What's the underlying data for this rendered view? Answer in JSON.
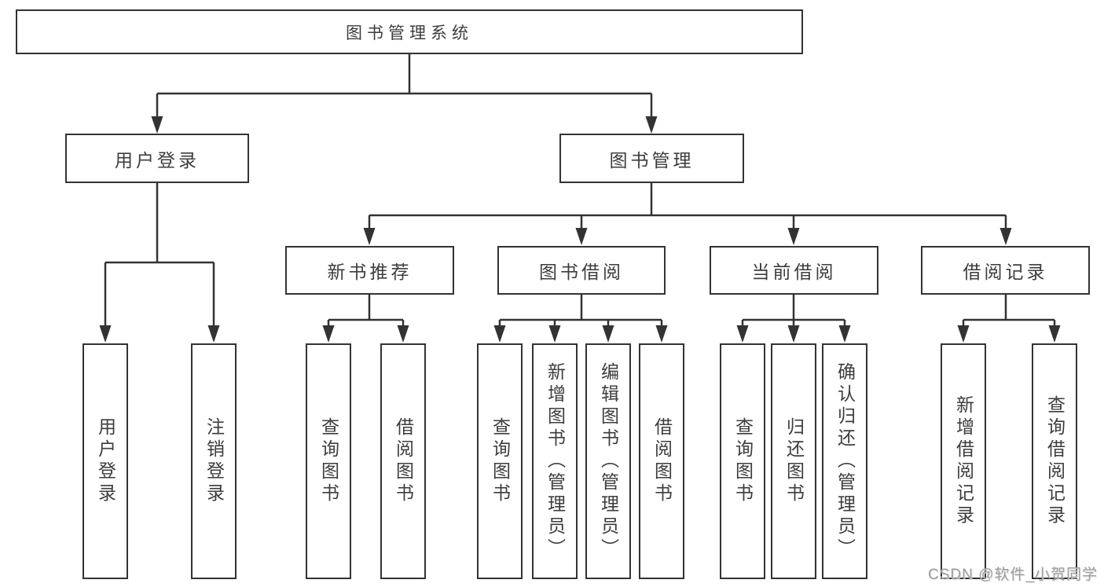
{
  "diagram_type": "hierarchy-tree",
  "colors": {
    "background": "#ffffff",
    "line": "#333333",
    "box_border": "#333333",
    "box_fill": "#ffffff",
    "text": "#3d3d3d",
    "watermark_text": "#9e9e9e"
  },
  "nodes": {
    "root": {
      "label": "图书管理系统"
    },
    "user_login": {
      "label": "用户登录"
    },
    "book_management": {
      "label": "图书管理"
    },
    "new_book_recommend": {
      "label": "新书推荐"
    },
    "book_borrow": {
      "label": "图书借阅"
    },
    "current_borrow": {
      "label": "当前借阅"
    },
    "borrow_records": {
      "label": "借阅记录"
    },
    "leaves": {
      "user_login": {
        "label": "用户登录"
      },
      "logout": {
        "label": "注销登录"
      },
      "query_book_recommend": {
        "label": "查询图书"
      },
      "borrow_book_recommend": {
        "label": "借阅图书"
      },
      "query_book_borrow": {
        "label": "查询图书"
      },
      "add_book_admin": {
        "label": "新增图书（管理员）"
      },
      "edit_book_admin": {
        "label": "编辑图书（管理员）"
      },
      "borrow_book": {
        "label": "借阅图书"
      },
      "query_book_current": {
        "label": "查询图书"
      },
      "return_book": {
        "label": "归还图书"
      },
      "confirm_return_admin": {
        "label": "确认归还（管理员）"
      },
      "add_borrow_record": {
        "label": "新增借阅记录"
      },
      "query_borrow_record": {
        "label": "查询借阅记录"
      }
    }
  },
  "edges": [
    "图书管理系统 → 用户登录",
    "图书管理系统 → 图书管理",
    "用户登录 → 用户登录",
    "用户登录 → 注销登录",
    "图书管理 → 新书推荐",
    "图书管理 → 图书借阅",
    "图书管理 → 当前借阅",
    "图书管理 → 借阅记录",
    "新书推荐 → 查询图书",
    "新书推荐 → 借阅图书",
    "图书借阅 → 查询图书",
    "图书借阅 → 新增图书（管理员）",
    "图书借阅 → 编辑图书（管理员）",
    "图书借阅 → 借阅图书",
    "当前借阅 → 查询图书",
    "当前借阅 → 归还图书",
    "当前借阅 → 确认归还（管理员）",
    "借阅记录 → 新增借阅记录",
    "借阅记录 → 查询借阅记录"
  ],
  "watermark": {
    "text": "CSDN @软件_小贺同学"
  }
}
